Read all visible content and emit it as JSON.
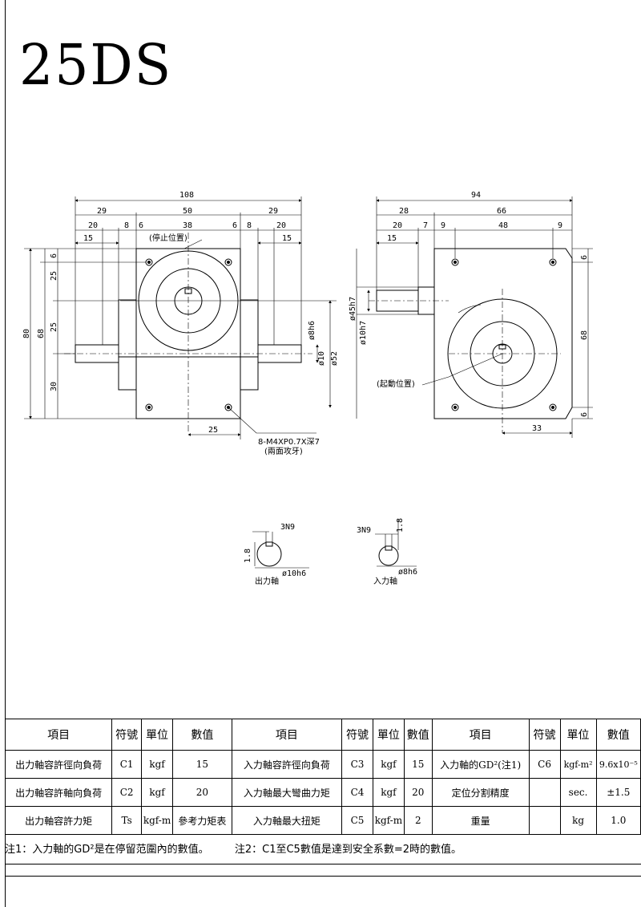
{
  "title": "25DS",
  "front_view": {
    "dims": {
      "overall_width": "108",
      "seg_29a": "29",
      "seg_50": "50",
      "seg_29b": "29",
      "seg_20a": "20",
      "seg_8a": "8",
      "seg_6a": "6",
      "seg_38": "38",
      "seg_6b": "6",
      "seg_8b": "8",
      "seg_20b": "20",
      "seg_15a": "15",
      "seg_15b": "15",
      "height_80": "80",
      "height_68": "68",
      "v_6": "6",
      "v_25a": "25",
      "v_25b": "25",
      "v_30": "30",
      "bottom_25": "25",
      "d_8h6": "ø8h6",
      "d_10": "ø10",
      "d_52": "ø52"
    },
    "stop_position": "(停止位置)",
    "thread_note_1": "8-M4XP0.7X深7",
    "thread_note_2": "(兩面攻牙)"
  },
  "side_view": {
    "dims": {
      "overall_width": "94",
      "seg_28": "28",
      "seg_66": "66",
      "seg_20": "20",
      "seg_7": "7",
      "seg_9a": "9",
      "seg_48": "48",
      "seg_9b": "9",
      "seg_15": "15",
      "v_6a": "6",
      "v_68": "68",
      "v_6b": "6",
      "bottom_33": "33",
      "d_45h7": "ø45h7",
      "d_10h7": "ø10h7"
    },
    "start_position": "(起動位置)"
  },
  "shaft_details": {
    "output": {
      "key": "3N9",
      "depth": "1.8",
      "dia": "ø10h6",
      "label": "出力軸"
    },
    "input": {
      "key": "3N9",
      "depth": "1.8",
      "dia": "ø8h6",
      "label": "入力軸"
    }
  },
  "table": {
    "headers": [
      "項目",
      "符號",
      "單位",
      "數值",
      "項目",
      "符號",
      "單位",
      "數值",
      "項目",
      "符號",
      "單位",
      "數值"
    ],
    "rows": [
      [
        "出力軸容許徑向負荷",
        "C1",
        "kgf",
        "15",
        "入力軸容許徑向負荷",
        "C3",
        "kgf",
        "15",
        "入力軸的GD²(注1)",
        "C6",
        "kgf-m²",
        "9.6x10⁻⁵"
      ],
      [
        "出力軸容許軸向負荷",
        "C2",
        "kgf",
        "20",
        "入力軸最大彎曲力矩",
        "C4",
        "kgf",
        "20",
        "定位分割精度",
        "",
        "sec.",
        "±1.5"
      ],
      [
        "出力軸容許力矩",
        "Ts",
        "kgf-m",
        "參考力矩表",
        "入力軸最大扭矩",
        "C5",
        "kgf-m",
        "2",
        "重量",
        "",
        "kg",
        "1.0"
      ]
    ]
  },
  "notes": {
    "note1": "注1：入力軸的GD²是在停留范圍內的數值。",
    "note2": "注2：C1至C5數值是達到安全系數=2時的數值。"
  }
}
